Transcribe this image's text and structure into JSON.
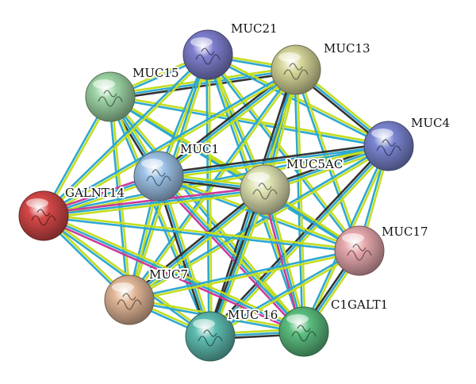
{
  "network": {
    "nodes": [
      {
        "id": "MUC21",
        "label": "MUC21",
        "color": "#7f7fd0"
      },
      {
        "id": "MUC13",
        "label": "MUC13",
        "color": "#d6d79a"
      },
      {
        "id": "MUC15",
        "label": "MUC15",
        "color": "#9fd6a6"
      },
      {
        "id": "MUC4",
        "label": "MUC4",
        "color": "#7b86d2"
      },
      {
        "id": "MUC1",
        "label": "MUC1",
        "color": "#9ec3e8"
      },
      {
        "id": "MUC5AC",
        "label": "MUC5AC",
        "color": "#dfe2b2"
      },
      {
        "id": "GALNT14",
        "label": "GALNT14",
        "color": "#d64848"
      },
      {
        "id": "MUC17",
        "label": "MUC17",
        "color": "#e7a9ae"
      },
      {
        "id": "MUC7",
        "label": "MUC7",
        "color": "#e3b898"
      },
      {
        "id": "MUC16",
        "label": "MUC 16",
        "color": "#5fbdb1"
      },
      {
        "id": "C1GALT1",
        "label": "C1GALT1",
        "color": "#5cbf80"
      }
    ],
    "edge_colors": {
      "textmining": "#c3dd1f",
      "coexpression": "#2ea8d0",
      "experiments": "#cc3a9a",
      "coexpression_dark": "#333333"
    },
    "edges": [
      {
        "a": "MUC15",
        "b": "MUC21",
        "types": [
          "textmining",
          "coexpression"
        ]
      },
      {
        "a": "MUC15",
        "b": "MUC13",
        "types": [
          "textmining",
          "coexpression",
          "coexpression_dark"
        ]
      },
      {
        "a": "MUC15",
        "b": "MUC4",
        "types": [
          "textmining",
          "coexpression"
        ]
      },
      {
        "a": "MUC15",
        "b": "MUC1",
        "types": [
          "textmining",
          "coexpression",
          "coexpression_dark"
        ]
      },
      {
        "a": "MUC15",
        "b": "MUC5AC",
        "types": [
          "textmining",
          "coexpression"
        ]
      },
      {
        "a": "MUC15",
        "b": "GALNT14",
        "types": [
          "textmining",
          "coexpression"
        ]
      },
      {
        "a": "MUC15",
        "b": "MUC17",
        "types": [
          "textmining",
          "coexpression"
        ]
      },
      {
        "a": "MUC15",
        "b": "MUC7",
        "types": [
          "textmining",
          "coexpression"
        ]
      },
      {
        "a": "MUC15",
        "b": "MUC16",
        "types": [
          "textmining",
          "coexpression"
        ]
      },
      {
        "a": "MUC15",
        "b": "C1GALT1",
        "types": [
          "textmining",
          "coexpression"
        ]
      },
      {
        "a": "MUC21",
        "b": "MUC13",
        "types": [
          "textmining",
          "coexpression"
        ]
      },
      {
        "a": "MUC21",
        "b": "MUC4",
        "types": [
          "textmining",
          "coexpression"
        ]
      },
      {
        "a": "MUC21",
        "b": "MUC1",
        "types": [
          "textmining",
          "coexpression"
        ]
      },
      {
        "a": "MUC21",
        "b": "MUC5AC",
        "types": [
          "textmining",
          "coexpression"
        ]
      },
      {
        "a": "MUC21",
        "b": "GALNT14",
        "types": [
          "textmining",
          "coexpression"
        ]
      },
      {
        "a": "MUC21",
        "b": "MUC17",
        "types": [
          "textmining",
          "coexpression"
        ]
      },
      {
        "a": "MUC21",
        "b": "MUC7",
        "types": [
          "textmining",
          "coexpression"
        ]
      },
      {
        "a": "MUC21",
        "b": "MUC16",
        "types": [
          "textmining",
          "coexpression"
        ]
      },
      {
        "a": "MUC21",
        "b": "C1GALT1",
        "types": [
          "textmining",
          "coexpression"
        ]
      },
      {
        "a": "MUC13",
        "b": "MUC4",
        "types": [
          "textmining",
          "coexpression",
          "coexpression_dark"
        ]
      },
      {
        "a": "MUC13",
        "b": "MUC1",
        "types": [
          "textmining",
          "coexpression",
          "coexpression_dark"
        ]
      },
      {
        "a": "MUC13",
        "b": "MUC5AC",
        "types": [
          "textmining",
          "coexpression",
          "coexpression_dark"
        ]
      },
      {
        "a": "MUC13",
        "b": "GALNT14",
        "types": [
          "textmining",
          "coexpression"
        ]
      },
      {
        "a": "MUC13",
        "b": "MUC17",
        "types": [
          "textmining",
          "coexpression"
        ]
      },
      {
        "a": "MUC13",
        "b": "MUC7",
        "types": [
          "textmining",
          "coexpression"
        ]
      },
      {
        "a": "MUC13",
        "b": "MUC16",
        "types": [
          "textmining",
          "coexpression",
          "coexpression_dark"
        ]
      },
      {
        "a": "MUC13",
        "b": "C1GALT1",
        "types": [
          "textmining",
          "coexpression"
        ]
      },
      {
        "a": "MUC4",
        "b": "MUC1",
        "types": [
          "textmining",
          "coexpression",
          "coexpression_dark"
        ]
      },
      {
        "a": "MUC4",
        "b": "MUC5AC",
        "types": [
          "textmining",
          "coexpression",
          "coexpression_dark"
        ]
      },
      {
        "a": "MUC4",
        "b": "GALNT14",
        "types": [
          "textmining",
          "coexpression"
        ]
      },
      {
        "a": "MUC4",
        "b": "MUC17",
        "types": [
          "textmining",
          "coexpression"
        ]
      },
      {
        "a": "MUC4",
        "b": "MUC7",
        "types": [
          "textmining",
          "coexpression"
        ]
      },
      {
        "a": "MUC4",
        "b": "MUC16",
        "types": [
          "textmining",
          "coexpression",
          "coexpression_dark"
        ]
      },
      {
        "a": "MUC4",
        "b": "C1GALT1",
        "types": [
          "textmining",
          "coexpression"
        ]
      },
      {
        "a": "MUC1",
        "b": "MUC5AC",
        "types": [
          "textmining",
          "coexpression",
          "coexpression_dark"
        ]
      },
      {
        "a": "MUC1",
        "b": "GALNT14",
        "types": [
          "textmining",
          "coexpression",
          "experiments"
        ]
      },
      {
        "a": "MUC1",
        "b": "MUC17",
        "types": [
          "textmining",
          "coexpression"
        ]
      },
      {
        "a": "MUC1",
        "b": "MUC7",
        "types": [
          "textmining",
          "coexpression"
        ]
      },
      {
        "a": "MUC1",
        "b": "MUC16",
        "types": [
          "textmining",
          "coexpression",
          "coexpression_dark"
        ]
      },
      {
        "a": "MUC1",
        "b": "C1GALT1",
        "types": [
          "textmining",
          "coexpression",
          "experiments"
        ]
      },
      {
        "a": "MUC5AC",
        "b": "GALNT14",
        "types": [
          "textmining",
          "coexpression",
          "experiments"
        ]
      },
      {
        "a": "MUC5AC",
        "b": "MUC17",
        "types": [
          "textmining",
          "coexpression"
        ]
      },
      {
        "a": "MUC5AC",
        "b": "MUC7",
        "types": [
          "textmining",
          "coexpression",
          "coexpression_dark"
        ]
      },
      {
        "a": "MUC5AC",
        "b": "MUC16",
        "types": [
          "textmining",
          "coexpression",
          "coexpression_dark"
        ]
      },
      {
        "a": "MUC5AC",
        "b": "C1GALT1",
        "types": [
          "textmining",
          "coexpression",
          "experiments"
        ]
      },
      {
        "a": "GALNT14",
        "b": "MUC17",
        "types": [
          "textmining",
          "coexpression"
        ]
      },
      {
        "a": "GALNT14",
        "b": "MUC7",
        "types": [
          "textmining",
          "coexpression"
        ]
      },
      {
        "a": "GALNT14",
        "b": "MUC16",
        "types": [
          "textmining",
          "coexpression"
        ]
      },
      {
        "a": "GALNT14",
        "b": "C1GALT1",
        "types": [
          "textmining",
          "coexpression",
          "experiments"
        ]
      },
      {
        "a": "MUC17",
        "b": "MUC7",
        "types": [
          "textmining",
          "coexpression"
        ]
      },
      {
        "a": "MUC17",
        "b": "MUC16",
        "types": [
          "textmining",
          "coexpression"
        ]
      },
      {
        "a": "MUC17",
        "b": "C1GALT1",
        "types": [
          "textmining",
          "coexpression",
          "coexpression_dark"
        ]
      },
      {
        "a": "MUC7",
        "b": "MUC16",
        "types": [
          "textmining",
          "coexpression"
        ]
      },
      {
        "a": "MUC7",
        "b": "C1GALT1",
        "types": [
          "textmining",
          "coexpression"
        ]
      },
      {
        "a": "MUC16",
        "b": "C1GALT1",
        "types": [
          "textmining",
          "coexpression",
          "coexpression_dark"
        ]
      }
    ]
  }
}
